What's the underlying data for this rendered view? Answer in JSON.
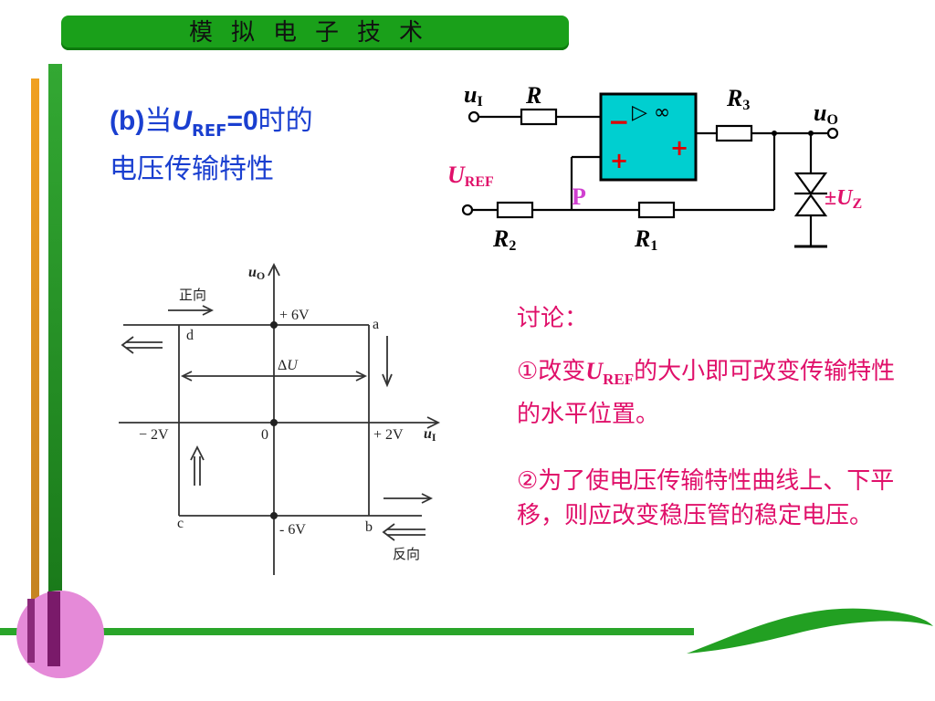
{
  "header": {
    "title": "模拟电子技术"
  },
  "heading": {
    "prefix": "(b)",
    "cn1": "当",
    "u": "U",
    "sub": "REF",
    "eq": "=0",
    "cn2": "时的",
    "line2": "电压传输特性"
  },
  "circuit": {
    "input_label": "u",
    "input_sub": "I",
    "r": "R",
    "r1": "R",
    "r1_sub": "1",
    "r2": "R",
    "r2_sub": "2",
    "r3": "R",
    "r3_sub": "3",
    "output_label": "u",
    "output_sub": "O",
    "uref": "U",
    "uref_sub": "REF",
    "node_p": "P",
    "minus_sign": "−",
    "plus_in": "+",
    "plus_out": "+",
    "opamp_symbol": "▷ ∞",
    "zener_label": "±U",
    "zener_sub": "Z"
  },
  "graph": {
    "y_axis": "u",
    "y_axis_sub": "O",
    "x_axis": "u",
    "x_axis_sub": "I",
    "forward": "正向",
    "reverse": "反向",
    "plus6": "+ 6V",
    "minus6": "- 6V",
    "plus2": "+ 2V",
    "minus2": "− 2V",
    "origin": "0",
    "delta_prefix": "Δ",
    "delta_u": "U",
    "pt_a": "a",
    "pt_b": "b",
    "pt_c": "c",
    "pt_d": "d"
  },
  "discussion": {
    "title": "讨论：",
    "p1_a": "①改变",
    "p1_u": "U",
    "p1_sub": "REF",
    "p1_b": "的大小即可改变传输特性的水平位置。",
    "p2": "②为了使电压传输特性曲线上、下平移，则应改变稳压管的稳定电压。"
  },
  "colors": {
    "header_green": "#1aa01a",
    "heading_blue": "#1a3fd0",
    "text_pink": "#e0106a",
    "opamp_cyan": "#00cfd0",
    "node_p": "#d040d0"
  }
}
